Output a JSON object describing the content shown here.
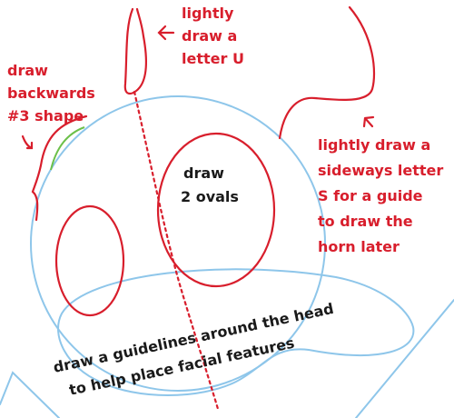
{
  "annotations": {
    "letter_u": [
      "lightly",
      "draw a",
      "letter U"
    ],
    "backwards_3": [
      "draw",
      "backwards",
      "#3 shape"
    ],
    "ovals": [
      "draw",
      "2 ovals"
    ],
    "sideways_s": [
      "lightly draw a",
      "sideways letter",
      "S  for a guide",
      "to draw the",
      "horn later"
    ],
    "guidelines": [
      "draw a guidelines around the head",
      "to help place facial features"
    ]
  },
  "colors": {
    "guide_blue": "#8ec6ea",
    "ink_red": "#d81e2c",
    "accent_green": "#6cc04a",
    "text_black": "#1a1a1a"
  }
}
